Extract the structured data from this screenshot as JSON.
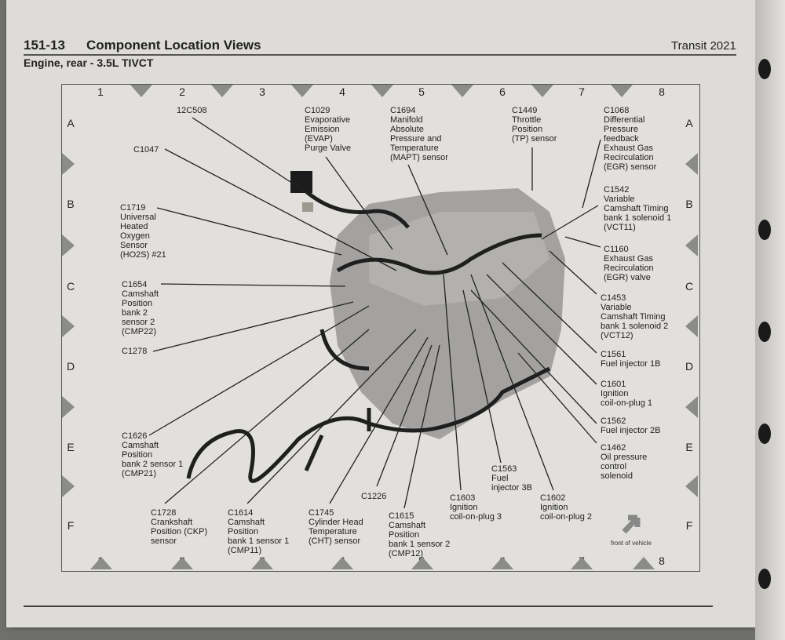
{
  "header": {
    "section": "151-13",
    "title": "Component Location Views",
    "vehicle": "Transit 2021"
  },
  "subtitle": "Engine, rear - 3.5L TIVCT",
  "grid": {
    "columns": [
      "1",
      "2",
      "3",
      "4",
      "5",
      "6",
      "7",
      "8"
    ],
    "rows": [
      "A",
      "B",
      "C",
      "D",
      "E",
      "F"
    ]
  },
  "callouts": {
    "c12c508": "12C508",
    "c1029": "C1029\nEvaporative\nEmission\n(EVAP)\nPurge Valve",
    "c1694": "C1694\nManifold\nAbsolute\nPressure and\nTemperature\n(MAPT) sensor",
    "c1449": "C1449\nThrottle\nPosition\n(TP) sensor",
    "c1068": "C1068\nDifferential\nPressure\nfeedback\nExhaust Gas\nRecirculation\n(EGR) sensor",
    "c1047": "C1047",
    "c1719": "C1719\nUniversal\nHeated\nOxygen\nSensor\n(HO2S) #21",
    "c1542": "C1542\nVariable\nCamshaft Timing\nbank 1 solenoid 1\n(VCT11)",
    "c1160": "C1160\nExhaust Gas\nRecirculation\n(EGR) valve",
    "c1654": "C1654\nCamshaft\nPosition\nbank 2\nsensor 2\n(CMP22)",
    "c1453": "C1453\nVariable\nCamshaft Timing\nbank 1 solenoid 2\n(VCT12)",
    "c1278": "C1278",
    "c1561": "C1561\nFuel injector 1B",
    "c1601": "C1601\nIgnition\ncoil-on-plug 1",
    "c1562": "C1562\nFuel injector 2B",
    "c1462": "C1462\nOil pressure\ncontrol\nsolenoid",
    "c1626": "C1626\nCamshaft\nPosition\nbank 2 sensor 1\n(CMP21)",
    "c1563": "C1563\nFuel\ninjector 3B",
    "c1728": "C1728\nCrankshaft\nPosition (CKP)\nsensor",
    "c1614": "C1614\nCamshaft\nPosition\nbank 1 sensor 1\n(CMP11)",
    "c1745": "C1745\nCylinder Head\nTemperature\n(CHT) sensor",
    "c1226": "C1226",
    "c1615": "C1615\nCamshaft\nPosition\nbank 1 sensor 2\n(CMP12)",
    "c1603": "C1603\nIgnition\ncoil-on-plug 3",
    "c1602": "C1602\nIgnition\ncoil-on-plug 2"
  },
  "front_of_vehicle": "front of vehicle"
}
